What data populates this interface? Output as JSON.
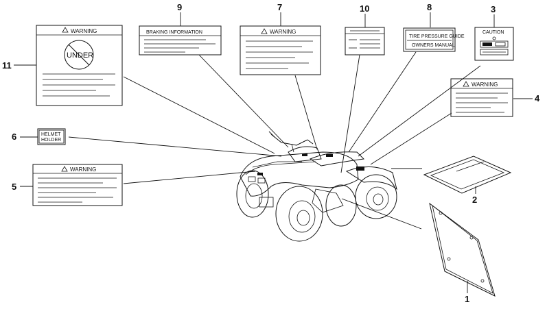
{
  "callouts": {
    "c1": "1",
    "c2": "2",
    "c3": "3",
    "c4": "4",
    "c5": "5",
    "c6": "6",
    "c7": "7",
    "c8": "8",
    "c9": "9",
    "c10": "10",
    "c11": "11"
  },
  "labels": {
    "warning_11": "WARNING",
    "under": "UNDER",
    "braking": "BRAKING INFORMATION",
    "warning_7": "WARNING",
    "tire_line1": "TIRE PRESSURE GUIDE",
    "tire_line2": "OWNERS MANUAL",
    "caution": "CAUTION",
    "warning_4": "WARNING",
    "helmet_line1": "HELMET",
    "helmet_line2": "HOLDER",
    "warning_5": "WARNING"
  }
}
